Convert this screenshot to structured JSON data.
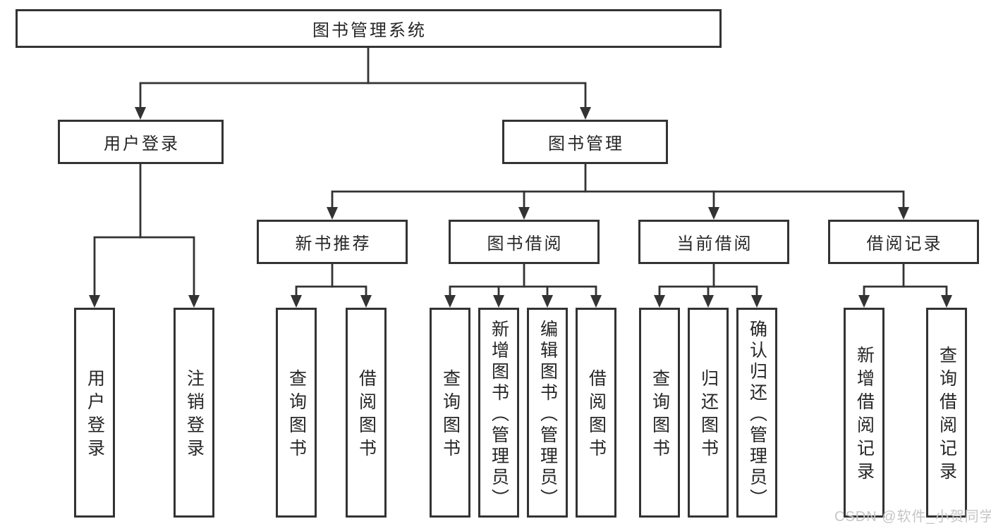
{
  "tree": {
    "label": "图书管理系统",
    "children": [
      {
        "label": "用户登录",
        "children": [
          {
            "label": "用户登录"
          },
          {
            "label": "注销登录"
          }
        ]
      },
      {
        "label": "图书管理",
        "children": [
          {
            "label": "新书推荐",
            "children": [
              {
                "label": "查询图书"
              },
              {
                "label": "借阅图书"
              }
            ]
          },
          {
            "label": "图书借阅",
            "children": [
              {
                "label": "查询图书"
              },
              {
                "label": "新增图书（管理员）"
              },
              {
                "label": "编辑图书（管理员）"
              },
              {
                "label": "借阅图书"
              }
            ]
          },
          {
            "label": "当前借阅",
            "children": [
              {
                "label": "查询图书"
              },
              {
                "label": "归还图书"
              },
              {
                "label": "确认归还（管理员）"
              }
            ]
          },
          {
            "label": "借阅记录",
            "children": [
              {
                "label": "新增借阅记录"
              },
              {
                "label": "查询借阅记录"
              }
            ]
          }
        ]
      }
    ]
  },
  "watermark": {
    "text": "CSDN @软件_小贺同学"
  },
  "colors": {
    "background": "#ffffff",
    "line": "#333333",
    "box_border": "#333333",
    "box_fill": "#ffffff",
    "text": "#262626",
    "watermark": "#c6c6c6"
  }
}
